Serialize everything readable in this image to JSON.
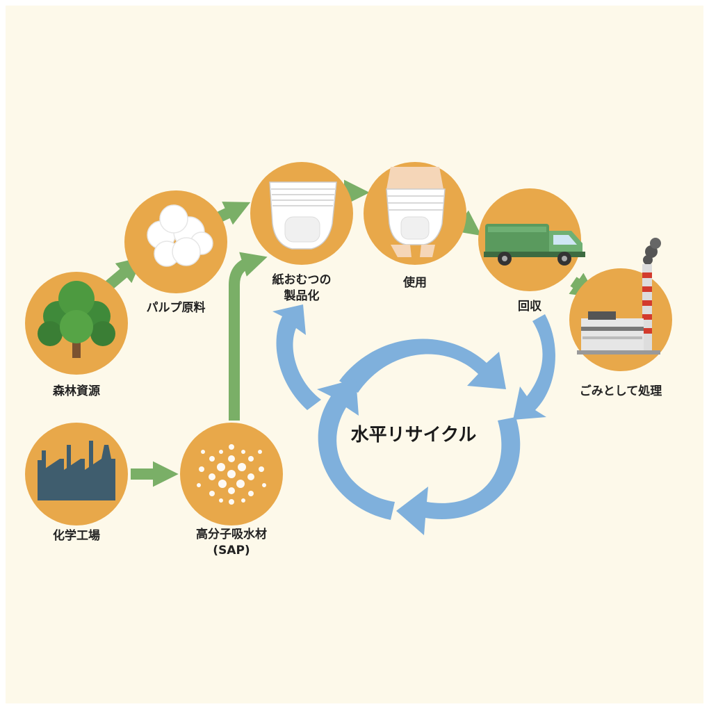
{
  "nodes": {
    "forest": "森林資源",
    "pulp": "パルプ原料",
    "diaper_line1": "紙おむつの",
    "diaper_line2": "製品化",
    "use": "使用",
    "collect": "回収",
    "incinerate": "ごみとして処理",
    "chem_plant": "化学工場",
    "sap_line1": "高分子吸水材",
    "sap_line2": "(SAP)"
  },
  "cycle_label": "水平リサイクル",
  "colors": {
    "background": "#fdf9ea",
    "node_circle": "#e8a84a",
    "flow_arrow": "#7aaf67",
    "cycle_arrow": "#7fb0dc",
    "label_text": "#222222"
  },
  "icons": [
    "tree-icon",
    "cotton-icon",
    "diaper-icon",
    "worn-diaper-icon",
    "garbage-truck-icon",
    "incinerator-icon",
    "factory-icon",
    "sap-beads-icon"
  ]
}
